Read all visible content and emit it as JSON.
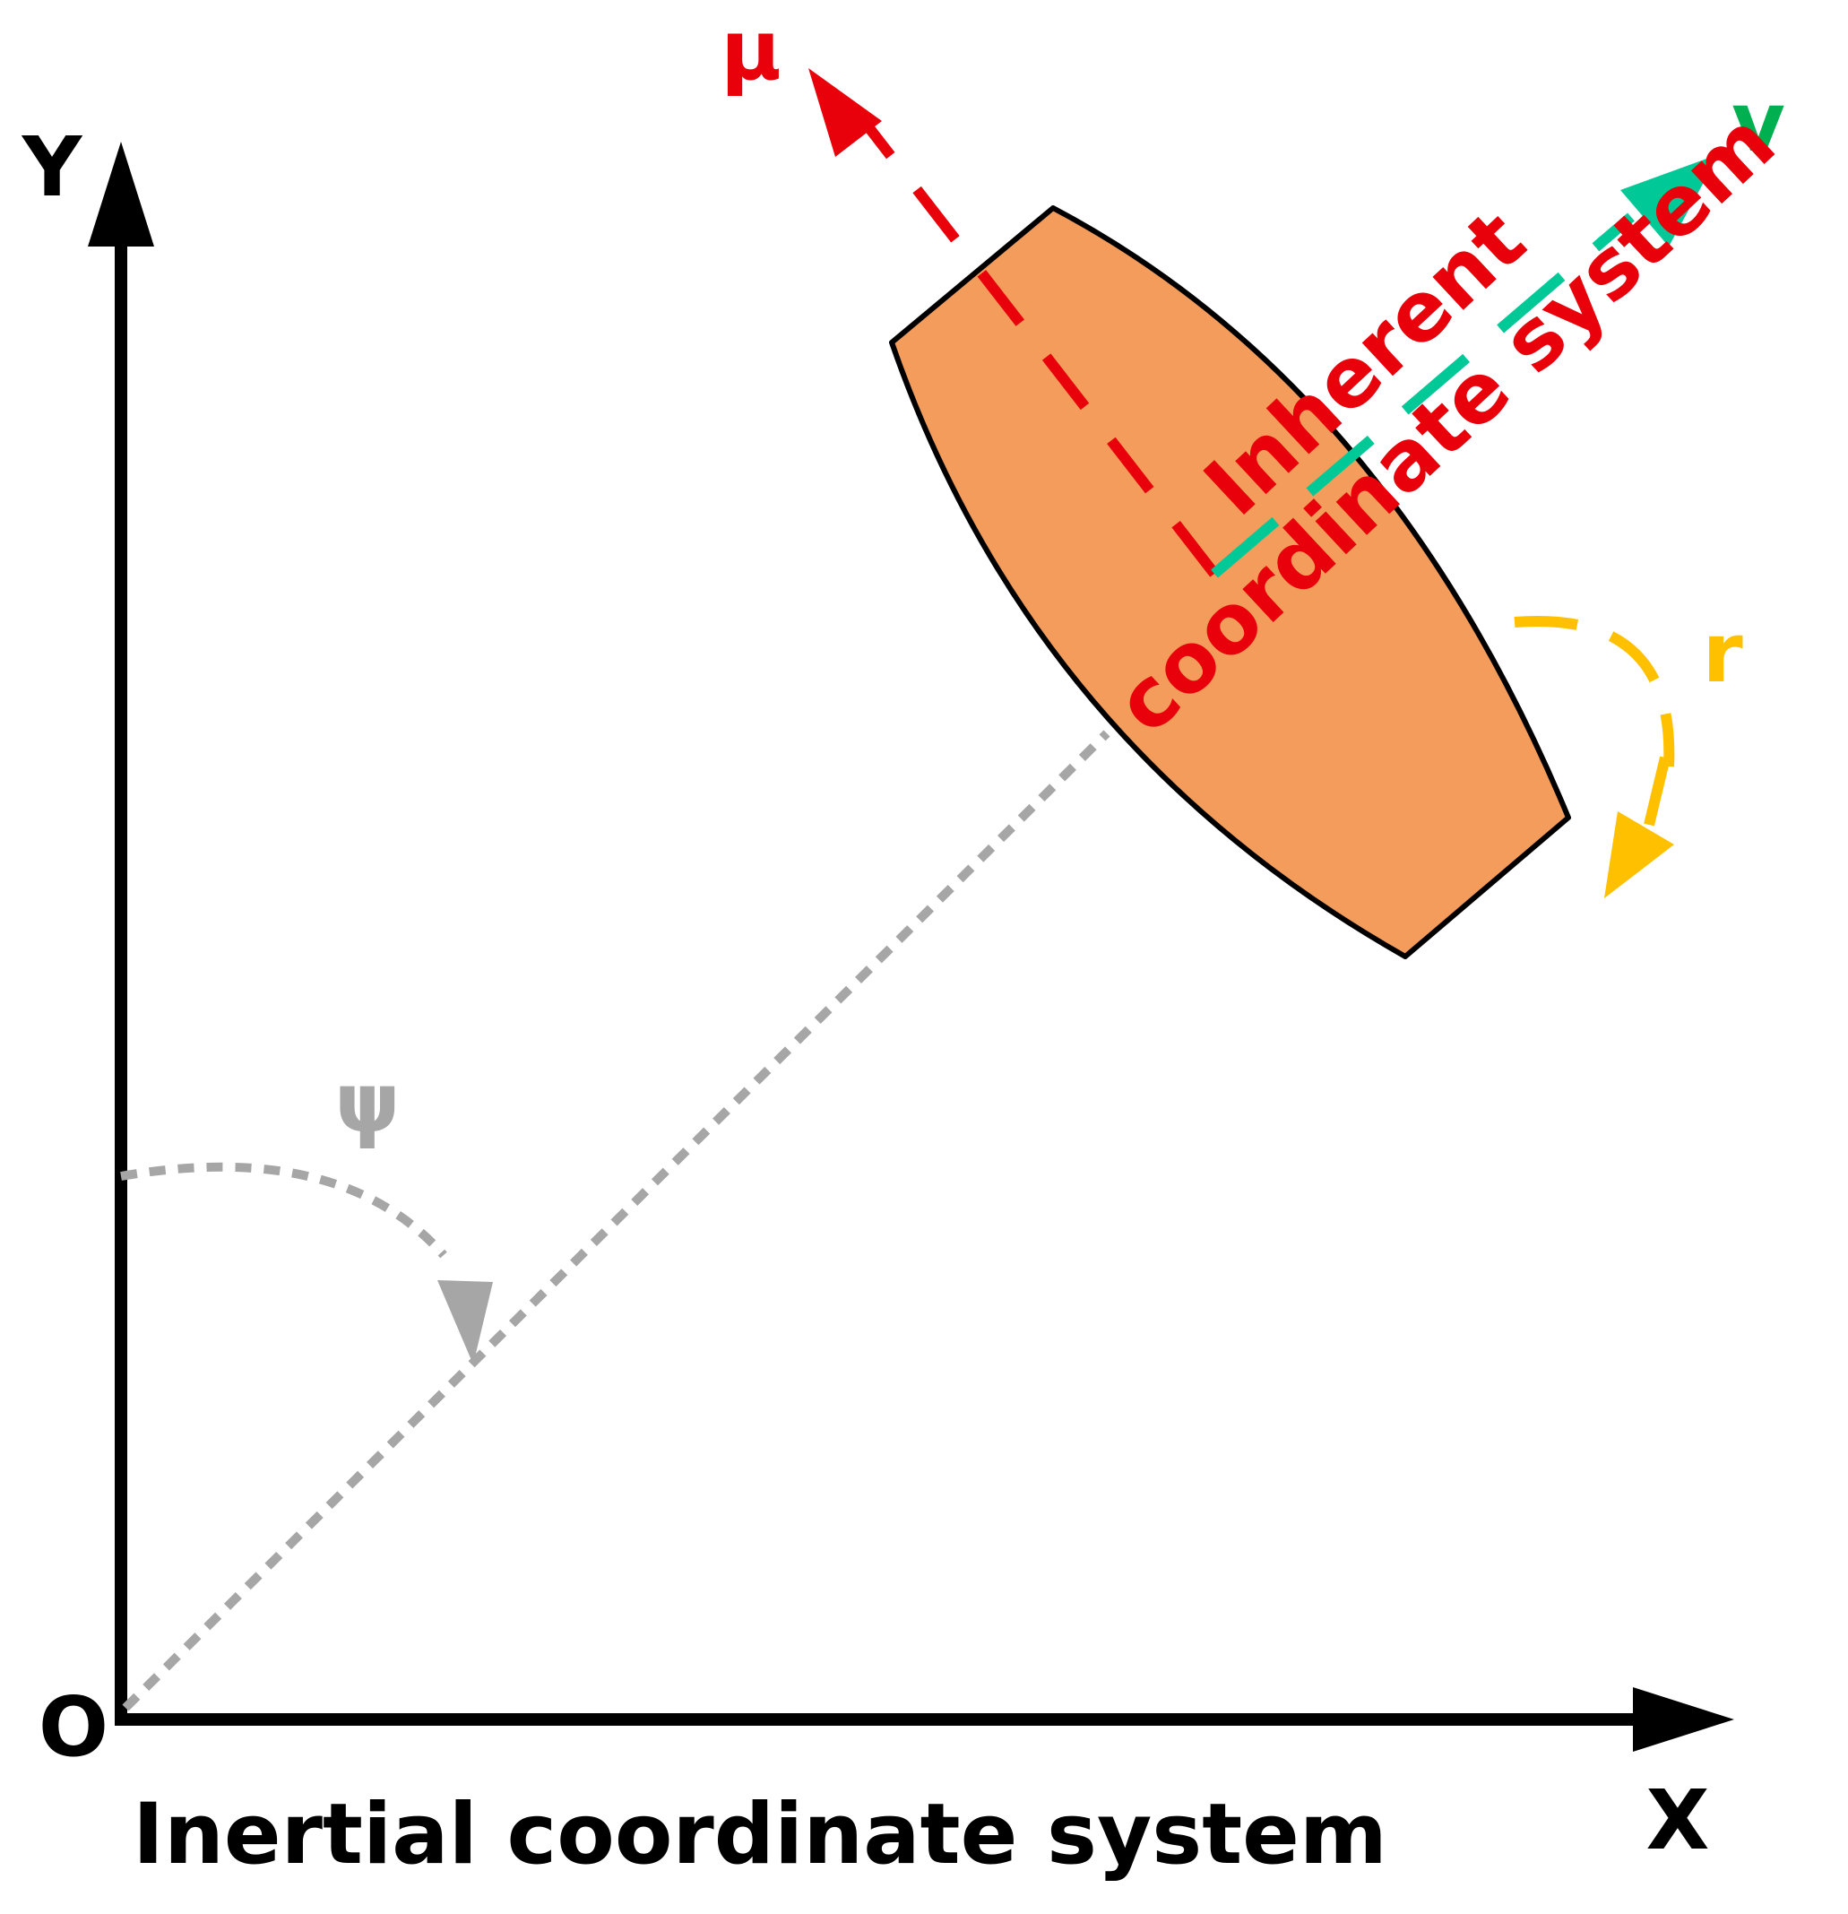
{
  "labels": {
    "y_axis": "Y",
    "x_axis": "X",
    "origin": "O",
    "mu": "μ",
    "v": "v",
    "r": "r",
    "psi": "ψ",
    "inherent_line1": "Inherent",
    "inherent_line2": "coordinate system",
    "inertial": "Inertial coordinate system"
  },
  "colors": {
    "axis": "#000000",
    "vessel_fill": "#f39c5b",
    "vessel_stroke": "#000000",
    "mu_axis": "#e8000b",
    "v_axis": "#00c896",
    "v_label": "#00b050",
    "r_arc": "#ffc000",
    "psi": "#a6a6a6",
    "inherent_text": "#e8000b",
    "inertial_text": "#000000"
  }
}
